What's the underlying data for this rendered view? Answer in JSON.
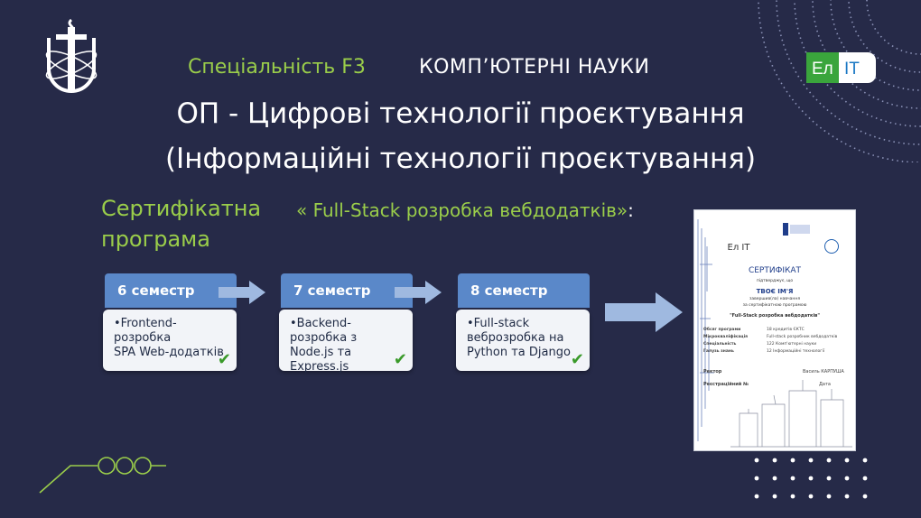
{
  "header": {
    "specialty": "Спеціальність F3",
    "field": "КОМП’ЮТЕРНІ НАУКИ",
    "elit_logo": {
      "left": "Ел",
      "right": "IT"
    }
  },
  "program": {
    "line1": "ОП - Цифрові технології проєктування",
    "line2": "(Інформаційні технології проєктування)"
  },
  "certificate_program": {
    "label_line1": "Сертифікатна",
    "label_line2": "програма",
    "course_title": "« Full-Stack розробка вебдодатків»",
    "colon": ":"
  },
  "semesters": [
    {
      "title": "6  семестр",
      "lines": [
        "•Frontend-розробка",
        "SPA Web-додатків"
      ]
    },
    {
      "title": "7 семестр",
      "lines": [
        "•Backend-розробка з",
        "Node.js та Express.js"
      ]
    },
    {
      "title": "8 семестр",
      "lines": [
        "•Full-stack",
        "веброзробка на",
        "Python та Django"
      ]
    }
  ],
  "icons": {
    "check": "checkmark-icon",
    "arrow": "right-arrow-icon",
    "university": "university-logo",
    "elit": "elit-logo"
  },
  "certificate": {
    "elit": "Ел IT",
    "title": "СЕРТИФІКАТ",
    "confirms": "підтверджує, що",
    "name": "ТВОЄ ІМ'Я",
    "completed": "завершив(ла) навчання",
    "by_program": "за сертифікатною програмою",
    "course": "\"Full-Stack розробка вебдодатків\"",
    "rows": [
      {
        "k": "Обсяг програми",
        "v": "18 кредитів ЄКТС"
      },
      {
        "k": "Мікрокваліфікація",
        "v": "Full-stack розробник вебдодатків"
      },
      {
        "k": "Спеціальність",
        "v": "122 Комп'ютерні науки"
      },
      {
        "k": "Галузь знань",
        "v": "12 Інформаційні технології"
      }
    ],
    "rector": "Ректор",
    "rector_name": "Василь КАРПУША",
    "reg": "Реєстраційний №",
    "date": "Дата"
  },
  "colors": {
    "background": "#262a48",
    "accent_green": "#9acd4a",
    "box_header": "#5a88c9",
    "arrow": "#9fb9e0"
  }
}
